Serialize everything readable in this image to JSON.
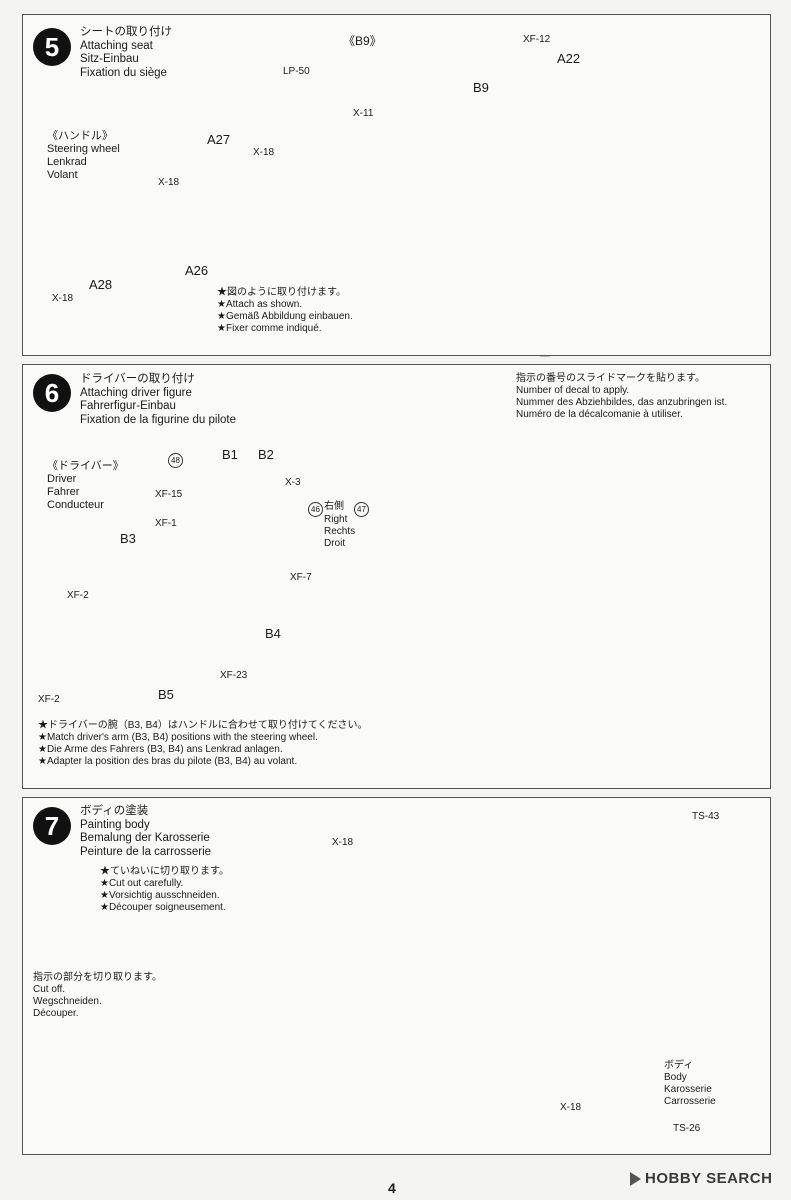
{
  "page_number": "4",
  "watermark": "HOBBY SEARCH",
  "step5": {
    "number": "5",
    "title_ja": "シートの取り付け",
    "title_en": "Attaching seat",
    "title_de": "Sitz-Einbau",
    "title_fr": "Fixation du siège",
    "b9_header": "《B9》",
    "labels": {
      "lp50": "LP-50",
      "x11": "X-11",
      "xf12": "XF-12",
      "a22": "A22",
      "b9": "B9",
      "a27": "A27",
      "x18a": "X-18",
      "x18b": "X-18",
      "a26": "A26",
      "a28": "A28",
      "x18c": "X-18"
    },
    "steering_header": "《ハンドル》",
    "steering_en": "Steering wheel",
    "steering_de": "Lenkrad",
    "steering_fr": "Volant",
    "note_ja": "★図のように取り付けます。",
    "note_en": "★Attach as shown.",
    "note_de": "★Gemäß Abbildung einbauen.",
    "note_fr": "★Fixer comme indiqué."
  },
  "step6": {
    "number": "6",
    "title_ja": "ドライバーの取り付け",
    "title_en": "Attaching driver figure",
    "title_de": "Fahrerfigur-Einbau",
    "title_fr": "Fixation de la figurine du pilote",
    "decal_ja": "指示の番号のスライドマークを貼ります。",
    "decal_en": "Number of decal to apply.",
    "decal_de": "Nummer des Abziehbildes, das anzubringen ist.",
    "decal_fr": "Numéro de la décalcomanie à utiliser.",
    "driver_header": "《ドライバー》",
    "driver_en": "Driver",
    "driver_de": "Fahrer",
    "driver_fr": "Conducteur",
    "labels": {
      "d48": "48",
      "b1": "B1",
      "b2": "B2",
      "x3": "X-3",
      "xf15": "XF-15",
      "d46": "46",
      "right_ja": "右側",
      "d47": "47",
      "right_en": "Right",
      "right_de": "Rechts",
      "right_fr": "Droit",
      "xf1": "XF-1",
      "b3": "B3",
      "xf7": "XF-7",
      "xf2a": "XF-2",
      "b4": "B4",
      "xf23": "XF-23",
      "xf2b": "XF-2",
      "b5": "B5"
    },
    "note_ja": "★ドライバーの腕（B3, B4）はハンドルに合わせて取り付けてください。",
    "note_en": "★Match driver's arm (B3, B4) positions with the steering wheel.",
    "note_de": "★Die Arme des Fahrers (B3, B4) ans Lenkrad anlagen.",
    "note_fr": "★Adapter la position des bras du pilote (B3, B4) au volant."
  },
  "step7": {
    "number": "7",
    "title_ja": "ボディの塗装",
    "title_en": "Painting body",
    "title_de": "Bemalung der Karosserie",
    "title_fr": "Peinture de la carrosserie",
    "cut_ja": "★ていねいに切り取ります。",
    "cut_en": "★Cut out carefully.",
    "cut_de": "★Vorsichtig ausschneiden.",
    "cut_fr": "★Découper soigneusement.",
    "off_ja": "指示の部分を切り取ります。",
    "off_en": "Cut off.",
    "off_de": "Wegschneiden.",
    "off_fr": "Découper.",
    "labels": {
      "x18a": "X-18",
      "ts43": "TS-43",
      "x18b": "X-18",
      "ts26": "TS-26"
    },
    "body_ja": "ボディ",
    "body_en": "Body",
    "body_de": "Karosserie",
    "body_fr": "Carrosserie"
  }
}
